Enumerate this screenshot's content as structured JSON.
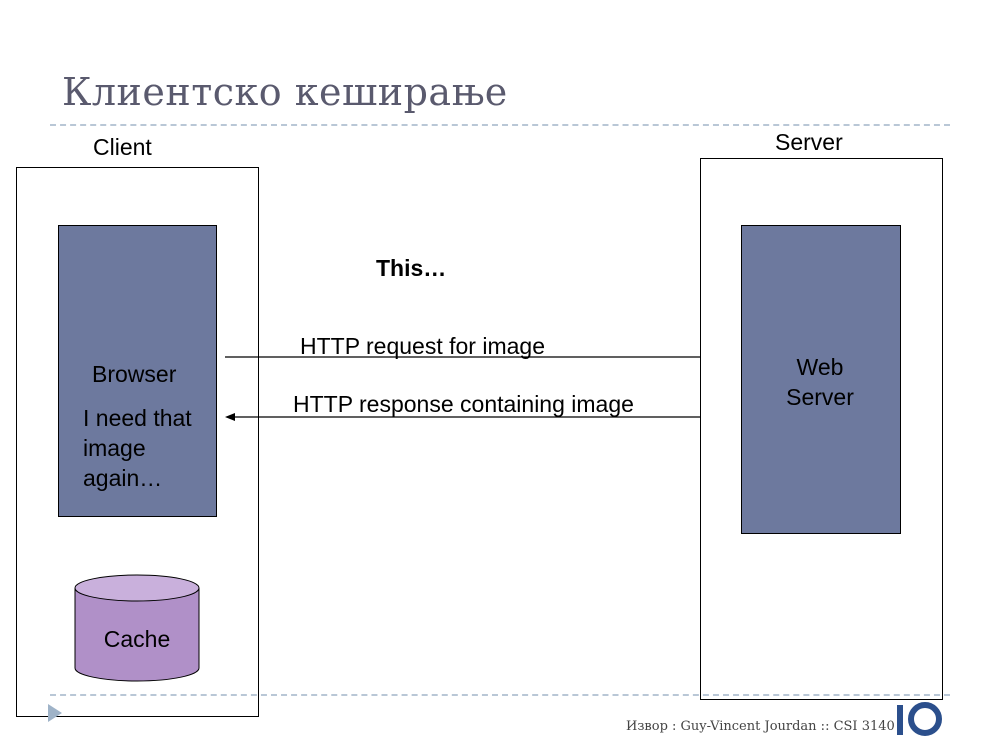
{
  "slide": {
    "title": "Клиентско кеширање"
  },
  "diagram": {
    "client_label": "Client",
    "server_label": "Server",
    "browser_label": "Browser",
    "browser_note": "I need that image again…",
    "cache_label": "Cache",
    "web_server_label": "Web Server",
    "caption": "This…",
    "request_label": "HTTP request for image",
    "response_label": "HTTP response containing image"
  },
  "footer": {
    "text": "Извор : Guy-Vincent Jourdan :: CSI 3140",
    "logo": "IO"
  },
  "colors": {
    "process_box": "#6d799e",
    "cache": "#b090c8",
    "divider": "#b9c7d6",
    "logo": "#2b4f8c"
  }
}
